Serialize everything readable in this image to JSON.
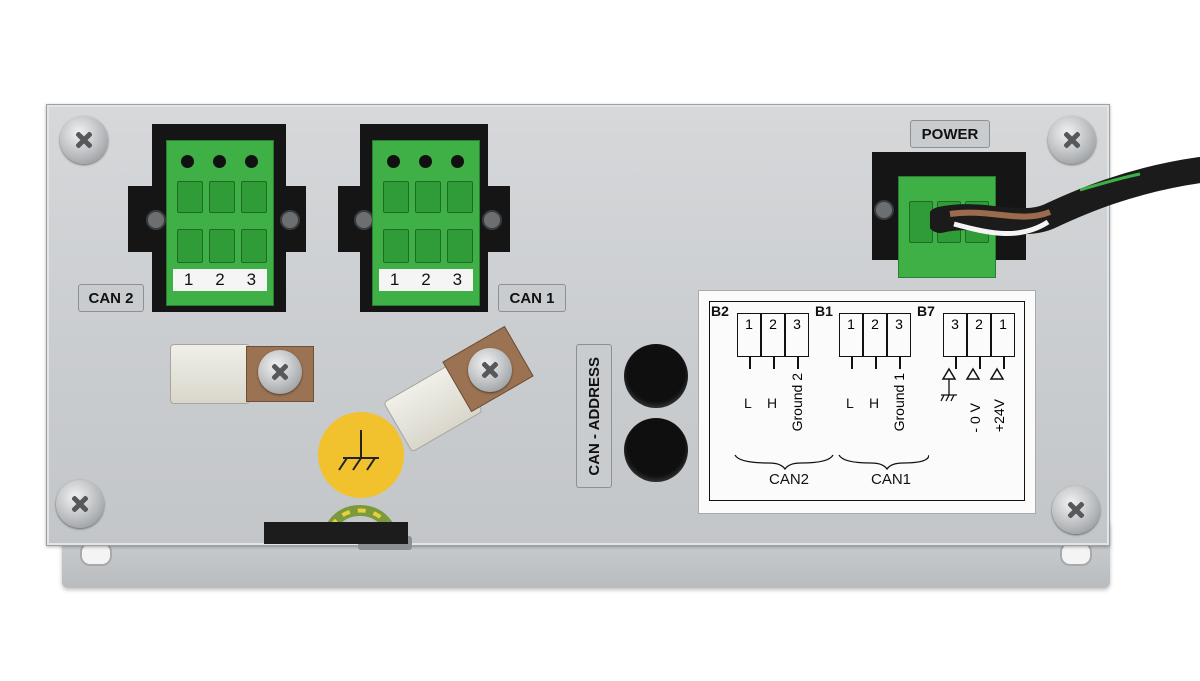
{
  "connectors": {
    "can2": {
      "pins": [
        "1",
        "2",
        "3"
      ],
      "tag": "CAN 2"
    },
    "can1": {
      "pins": [
        "1",
        "2",
        "3"
      ],
      "tag": "CAN 1"
    },
    "power": {
      "tag": "POWER"
    }
  },
  "address": {
    "tag": "CAN - ADDRESS"
  },
  "label": {
    "b2": "B2",
    "b1": "B1",
    "b7": "B7",
    "b2_pins": [
      "1",
      "2",
      "3"
    ],
    "b1_pins": [
      "1",
      "2",
      "3"
    ],
    "b7_pins": [
      "3",
      "2",
      "1"
    ],
    "can2_signals": [
      "L",
      "H",
      "Ground 2"
    ],
    "can1_signals": [
      "L",
      "H",
      "Ground 1"
    ],
    "power_signals": [
      "- 0 V",
      "+24V"
    ],
    "can2_group": "CAN2",
    "can1_group": "CAN1"
  },
  "colors": {
    "connector_green": "#3fb046",
    "panel": "#cfd2d4",
    "earth_label": "#f2c12e"
  }
}
